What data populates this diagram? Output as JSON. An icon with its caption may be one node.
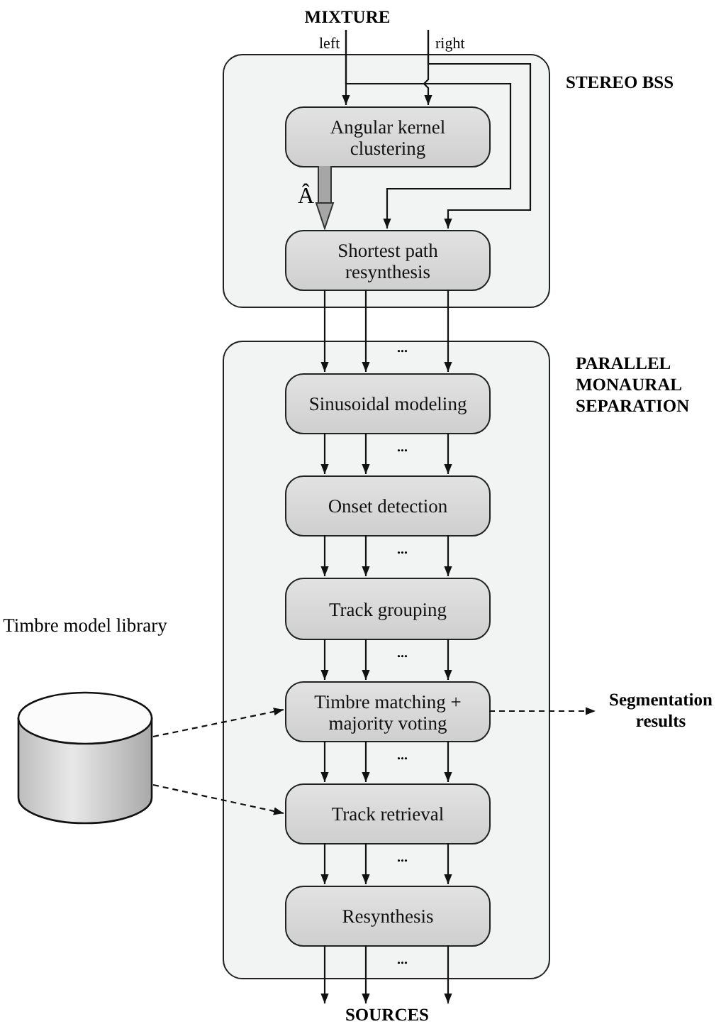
{
  "diagram": {
    "nodes": [
      {
        "text": [
          "STEREO BSS"
        ]
      },
      {
        "text": [
          "Angular kernel clustering"
        ],
        "in": 0
      },
      {
        "text": [
          "Shortest path resynthesis"
        ],
        "in": 0
      },
      {
        "text": [
          "PARALLEL MONAURAL SEPARATION"
        ]
      },
      {
        "text": [
          "Sinusoidal modeling"
        ],
        "in": 3
      },
      {
        "text": [
          "Onset detection"
        ],
        "in": 3
      },
      {
        "text": [
          "Track grouping"
        ],
        "in": 3
      },
      {
        "text": [
          "Timbre matching + majority voting"
        ],
        "in": 3
      },
      {
        "text": [
          "Track retrieval"
        ],
        "in": 3
      },
      {
        "text": [
          "Resynthesis"
        ],
        "in": 3
      },
      {
        "text": [
          "MIXTURE"
        ]
      },
      {
        "text": [
          "SOURCES"
        ]
      },
      {
        "text": [
          "Timbre model library"
        ]
      },
      {
        "text": [
          "Segmentation results"
        ]
      }
    ],
    "edges": [
      {
        "from": 10,
        "to": 1,
        "arrow": "to",
        "label": "left"
      },
      {
        "from": 10,
        "to": 1,
        "arrow": "to",
        "label": "right"
      },
      {
        "from": 10,
        "to": 2,
        "arrow": "to"
      },
      {
        "from": 10,
        "to": 2,
        "arrow": "to"
      },
      {
        "from": 1,
        "to": 2,
        "arrow": "to",
        "label": "Â",
        "style": "thick",
        "color": "#a6a6a6"
      },
      {
        "from": 2,
        "to": 4,
        "arrow": "to"
      },
      {
        "from": 2,
        "to": 4,
        "arrow": "to"
      },
      {
        "from": 2,
        "to": 4,
        "arrow": "to"
      },
      {
        "from": 4,
        "to": 5,
        "arrow": "to"
      },
      {
        "from": 4,
        "to": 5,
        "arrow": "to"
      },
      {
        "from": 4,
        "to": 5,
        "arrow": "to"
      },
      {
        "from": 5,
        "to": 6,
        "arrow": "to"
      },
      {
        "from": 5,
        "to": 6,
        "arrow": "to"
      },
      {
        "from": 5,
        "to": 6,
        "arrow": "to"
      },
      {
        "from": 6,
        "to": 7,
        "arrow": "to"
      },
      {
        "from": 6,
        "to": 7,
        "arrow": "to"
      },
      {
        "from": 6,
        "to": 7,
        "arrow": "to"
      },
      {
        "from": 7,
        "to": 8,
        "arrow": "to"
      },
      {
        "from": 7,
        "to": 8,
        "arrow": "to"
      },
      {
        "from": 7,
        "to": 8,
        "arrow": "to"
      },
      {
        "from": 8,
        "to": 9,
        "arrow": "to"
      },
      {
        "from": 8,
        "to": 9,
        "arrow": "to"
      },
      {
        "from": 8,
        "to": 9,
        "arrow": "to"
      },
      {
        "from": 9,
        "to": 11,
        "arrow": "to"
      },
      {
        "from": 9,
        "to": 11,
        "arrow": "to"
      },
      {
        "from": 9,
        "to": 11,
        "arrow": "to"
      },
      {
        "from": 12,
        "to": 7,
        "arrow": "to",
        "style": "dashed"
      },
      {
        "from": 12,
        "to": 8,
        "arrow": "to",
        "style": "dashed"
      },
      {
        "from": 7,
        "to": 13,
        "arrow": "to",
        "style": "dashed"
      }
    ],
    "labels": [
      "...",
      "...",
      "...",
      "...",
      "...",
      "...",
      "..."
    ]
  }
}
